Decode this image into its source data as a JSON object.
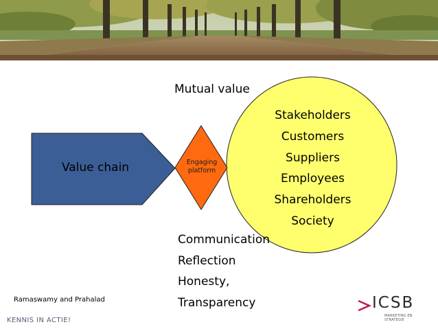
{
  "diagram": {
    "value_chain": "Value chain",
    "platform": [
      "Engaging",
      "platform"
    ],
    "mutual_value": "Mutual value",
    "stakeholders": [
      "Stakeholders",
      "Customers",
      "Suppliers",
      "Employees",
      "Shareholders",
      "Society"
    ],
    "values": [
      "Communication",
      "Reflection",
      "Honesty,",
      "Transparency"
    ]
  },
  "footer": {
    "credit": "Ramaswamy and Prahalad",
    "slogan": "KENNIS IN ACTIE!",
    "logo_text": "ICSB",
    "logo_sub": "MARKETING EN STRATEGIE"
  },
  "colors": {
    "chain_fill": "#3b5e96",
    "platform_fill": "#ff6a10",
    "circle_fill": "#ffff6e",
    "logo_accent": "#c0185a"
  }
}
